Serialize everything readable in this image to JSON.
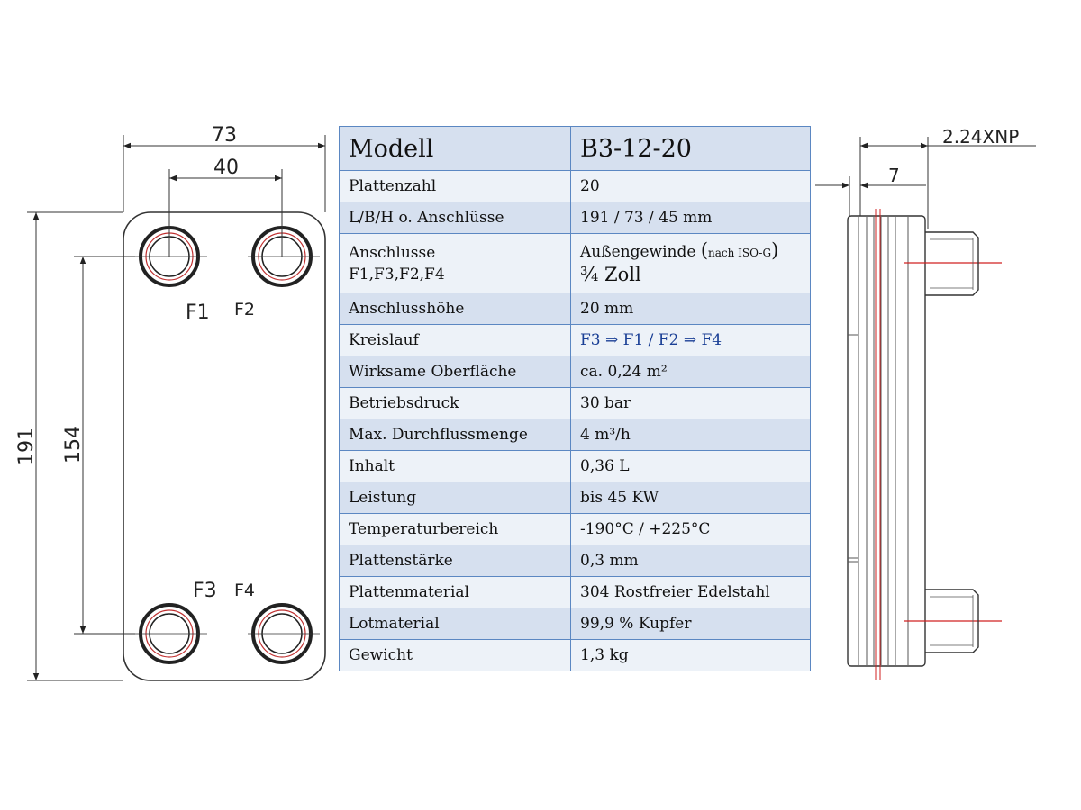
{
  "drawing_left": {
    "width_outer": "73",
    "width_ports": "40",
    "height_outer": "191",
    "height_ports": "154",
    "ports": [
      "F1",
      "F2",
      "F3",
      "F4"
    ]
  },
  "drawing_right": {
    "thread": "2.24XNP",
    "connection_height": "7"
  },
  "table": {
    "header": {
      "key": "Modell",
      "value": "B3-12-20"
    },
    "rows": [
      {
        "key": "Plattenzahl",
        "value": "20"
      },
      {
        "key": "L/B/H o. Anschlüsse",
        "value": "191 / 73 / 45 mm"
      },
      {
        "key_line1": "Anschlusse",
        "key_line2": "F1,F3,F2,F4",
        "value_main": "Außengewinde",
        "value_note": "nach ISO-G",
        "value_line2": "¾ Zoll"
      },
      {
        "key": "Anschlusshöhe",
        "value": "20 mm"
      },
      {
        "key": "Kreislauf",
        "value": "F3 ⇒ F1 / F2 ⇒ F4"
      },
      {
        "key": "Wirksame Oberfläche",
        "value": "ca. 0,24 m²"
      },
      {
        "key": "Betriebsdruck",
        "value": "30 bar"
      },
      {
        "key": "Max. Durchflussmenge",
        "value": "4 m³/h"
      },
      {
        "key": "Inhalt",
        "value": "0,36 L"
      },
      {
        "key": "Leistung",
        "value": "bis  45 KW"
      },
      {
        "key": "Temperaturbereich",
        "value": "-190°C / +225°C"
      },
      {
        "key": "Plattenstärke",
        "value": "0,3 mm"
      },
      {
        "key": "Plattenmaterial",
        "value": "304 Rostfreier Edelstahl"
      },
      {
        "key": "Lotmaterial",
        "value": "99,9 % Kupfer"
      },
      {
        "key": "Gewicht",
        "value": "1,3 kg"
      }
    ]
  },
  "colors": {
    "border": "#5b87c2",
    "shade": "#d6e0ef",
    "plain": "#edf2f8",
    "centerline": "#d02020",
    "circuit_text": "#1a3f95"
  }
}
